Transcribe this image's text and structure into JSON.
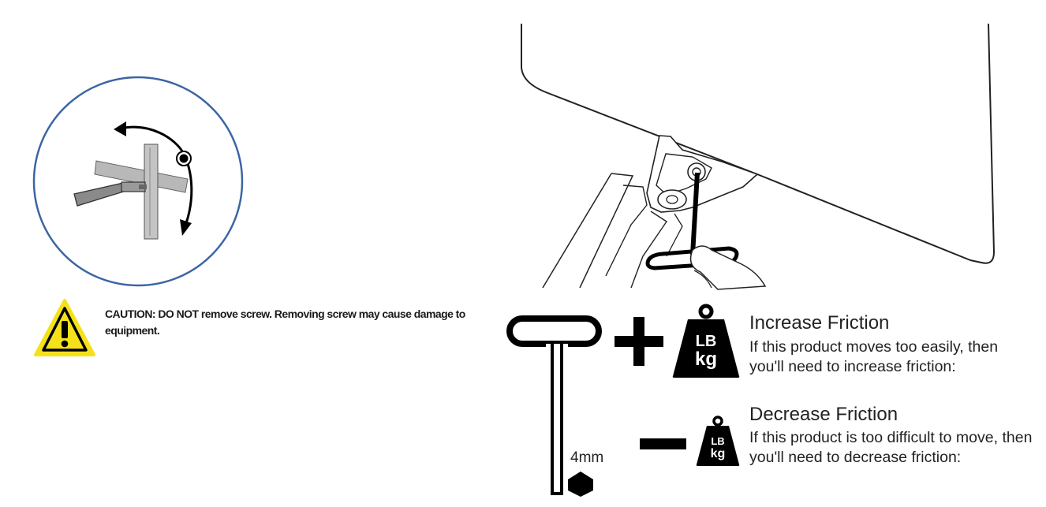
{
  "caution": {
    "text": "CAUTION: DO NOT remove screw. Removing screw may cause damage to equipment.",
    "icon": "warning-triangle-icon",
    "color": "#f5e11a"
  },
  "tool": {
    "size_label": "4mm",
    "icon": "hex-key-icon"
  },
  "increase": {
    "title": "Increase Friction",
    "description": "If this product moves too easily, then you'll need to increase friction:",
    "symbol": "plus-icon",
    "weight_top": "LB",
    "weight_bottom": "kg"
  },
  "decrease": {
    "title": "Decrease Friction",
    "description": "If this product is too difficult to move, then you'll need to decrease friction:",
    "symbol": "minus-icon",
    "weight_top": "LB",
    "weight_bottom": "kg"
  },
  "colors": {
    "circle_outline": "#3c65a3",
    "ink": "#000000",
    "caution_yellow": "#f5e11a"
  }
}
